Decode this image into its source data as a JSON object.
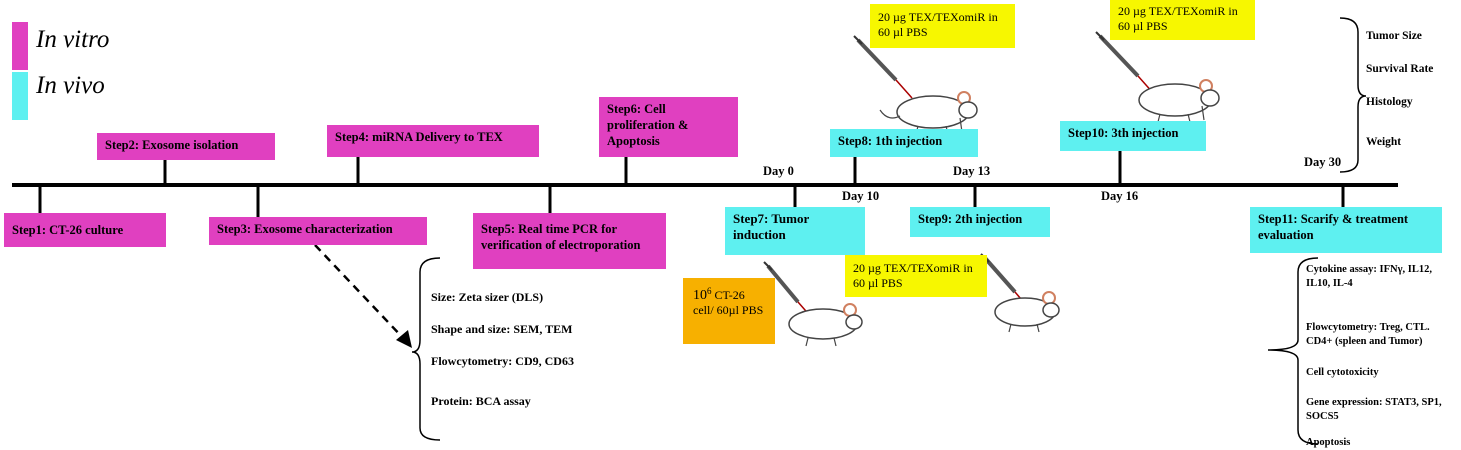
{
  "legend": {
    "in_vitro": "In vitro",
    "in_vivo": "In vivo",
    "in_vitro_color": "#e040c0",
    "in_vivo_color": "#5ef0f0"
  },
  "steps": {
    "s1": "Step1: CT-26 culture",
    "s2": "Step2: Exosome isolation",
    "s3": "Step3: Exosome characterization",
    "s4": "Step4: miRNA Delivery to TEX",
    "s5": "Step5: Real time PCR for verification of electroporation",
    "s6": "Step6: Cell proliferation & Apoptosis",
    "s7": "Step7: Tumor induction",
    "s8": "Step8: 1th injection",
    "s9": "Step9: 2th injection",
    "s10": "Step10: 3th injection",
    "s11": "Step11: Scarify & treatment evaluation"
  },
  "days": {
    "d0": "Day 0",
    "d10": "Day 10",
    "d13": "Day 13",
    "d16": "Day 16",
    "d30": "Day 30"
  },
  "doses": {
    "inj1": "20 µg TEX/TEXomiR in 60 µl PBS",
    "inj2": "20 µg TEX/TEXomiR in 60 µl PBS",
    "inj3": "20 µg TEX/TEXomiR in 60 µl PBS",
    "cells_base": "10",
    "cells_exp": "6",
    "cells_rest": " CT-26 cell/ 60µl PBS"
  },
  "characterization": [
    "Size:  Zeta sizer (DLS)",
    "Shape and size: SEM, TEM",
    "Flowcytometry: CD9, CD63",
    "Protein: BCA assay"
  ],
  "outcomes": [
    "Tumor Size",
    "Survival Rate",
    "Histology",
    "Weight"
  ],
  "evaluation": [
    "Cytokine assay: IFNγ, IL12, IL10, IL-4",
    "Flowcytometry: Treg, CTL. CD4+ (spleen and Tumor)",
    "Cell cytotoxicity",
    "Gene expression: STAT3, SP1, SOCS5",
    "Apoptosis"
  ]
}
